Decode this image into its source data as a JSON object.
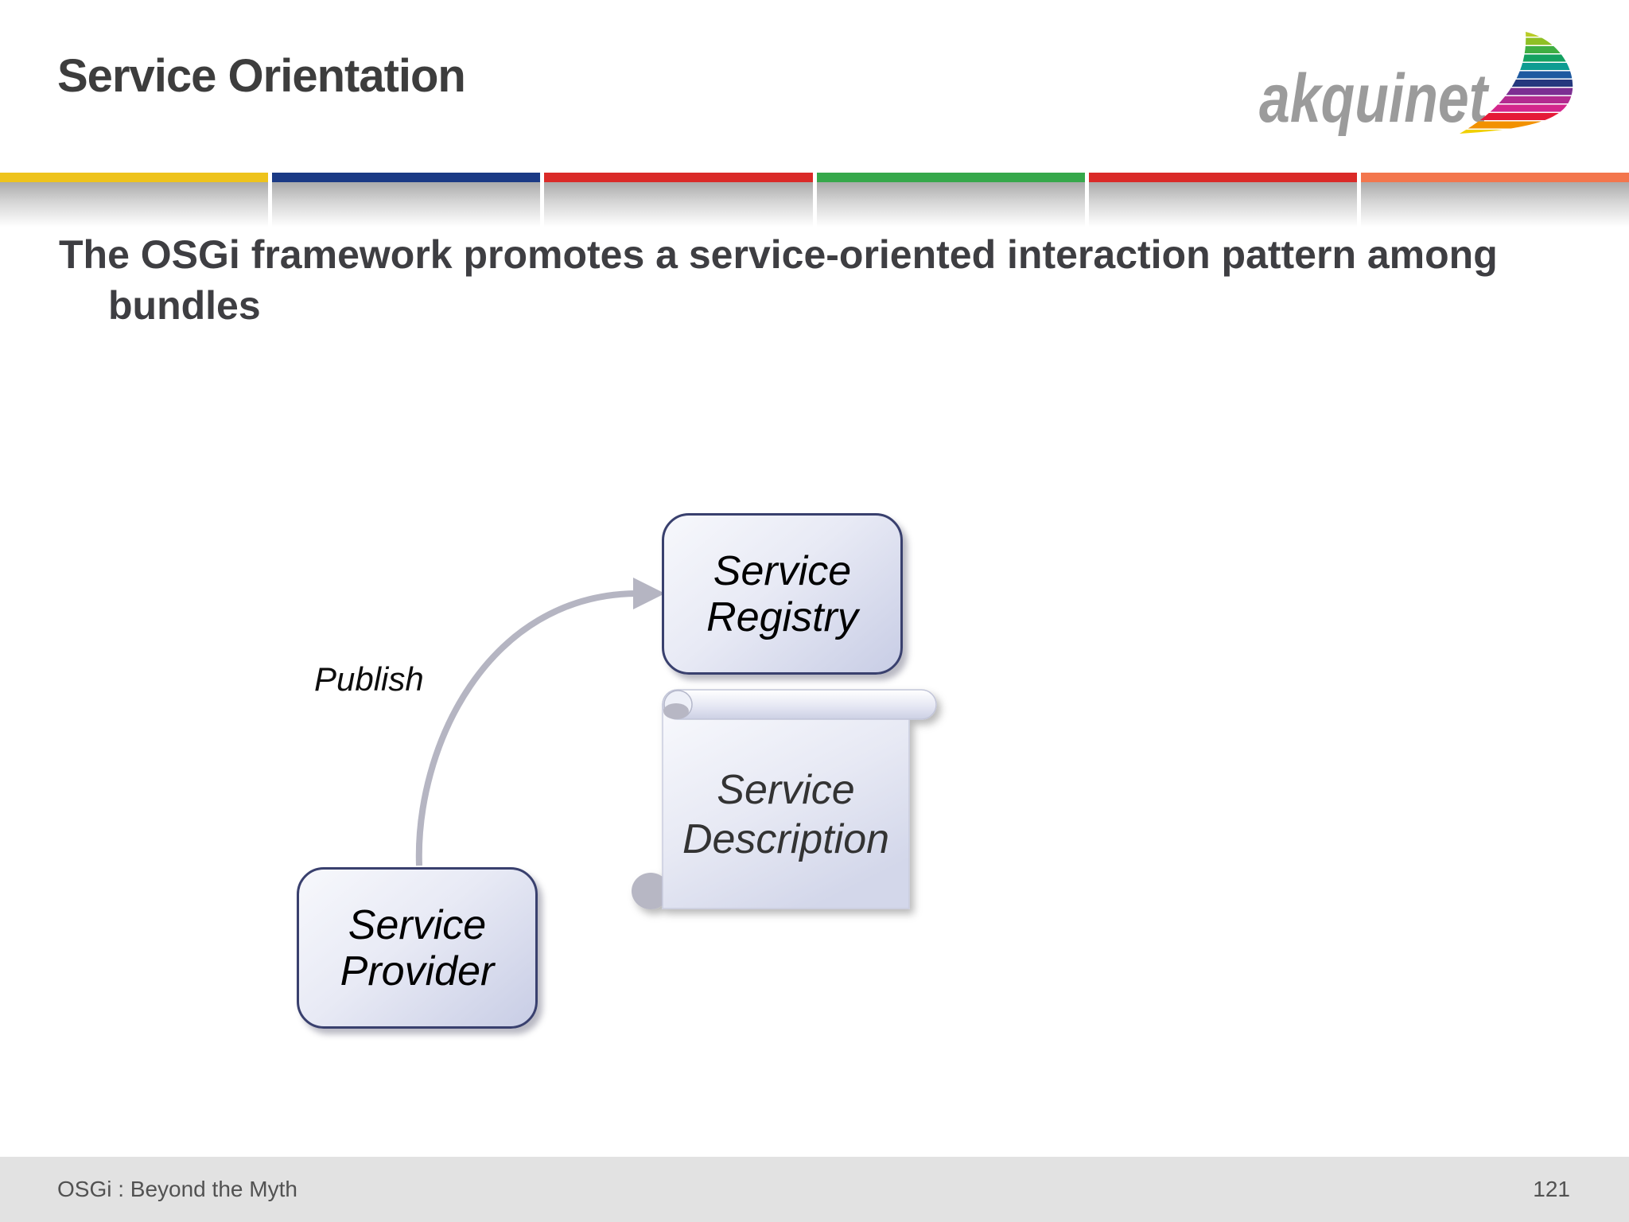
{
  "theme": {
    "title_color": "#3d3d3d",
    "heading_color": "#3e3e42",
    "node_border": "#39406e",
    "node_fill_light": "#f7f8fc",
    "node_fill_dark": "#c8cde5",
    "scroll_fill": "#e9ebf6",
    "footer_bg": "#e2e2e2",
    "footer_text": "#525252",
    "logo_text_color": "#9b9b9b"
  },
  "header": {
    "title": "Service Orientation"
  },
  "logo": {
    "text": "akquinet",
    "stripes": [
      "#b9cc27",
      "#8fc025",
      "#3fae43",
      "#14a161",
      "#0d9c92",
      "#1e5aa0",
      "#25387e",
      "#7c2f92",
      "#b32b90",
      "#d4268c",
      "#e51937",
      "#f29100",
      "#f0d000"
    ]
  },
  "accent_bar": {
    "colors": [
      "#eec31c",
      "#1b3a85",
      "#da2a28",
      "#36a84b",
      "#da2a28",
      "#f3764d"
    ]
  },
  "heading": {
    "line1": "The OSGi framework promotes a service-oriented interaction pattern among",
    "line2": "bundles"
  },
  "diagram": {
    "publish_label": "Publish",
    "arrow_color": "#b5b5c2",
    "registry": {
      "line1": "Service",
      "line2": "Registry"
    },
    "provider": {
      "line1": "Service",
      "line2": "Provider"
    },
    "description": {
      "line1": "Service",
      "line2": "Description"
    }
  },
  "footer": {
    "left": "OSGi : Beyond the Myth",
    "page": "121"
  }
}
